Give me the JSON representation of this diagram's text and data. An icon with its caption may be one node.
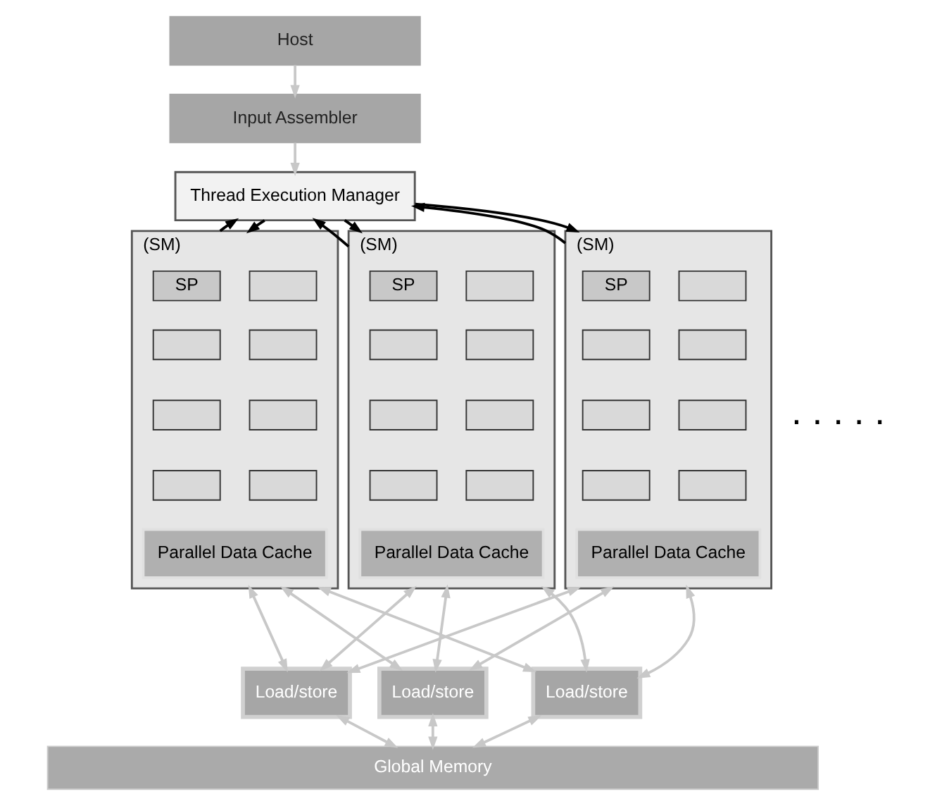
{
  "diagram": {
    "nodes": [
      {
        "text": [
          "Host"
        ]
      },
      {
        "text": [
          "Input Assembler"
        ]
      },
      {
        "text": [
          "Thread Execution Manager"
        ]
      },
      {
        "text": [
          "(SM)"
        ]
      },
      {
        "text": [
          "SP"
        ],
        "in": 3
      },
      {
        "text": [],
        "shape": "box",
        "in": 3
      },
      {
        "text": [],
        "shape": "box",
        "in": 3
      },
      {
        "text": [],
        "shape": "box",
        "in": 3
      },
      {
        "text": [],
        "shape": "box",
        "in": 3
      },
      {
        "text": [],
        "shape": "box",
        "in": 3
      },
      {
        "text": [],
        "shape": "box",
        "in": 3
      },
      {
        "text": [],
        "shape": "box",
        "in": 3
      },
      {
        "text": [
          "Parallel Data Cache"
        ],
        "in": 3
      },
      {
        "text": [
          "(SM)"
        ]
      },
      {
        "text": [
          "SP"
        ],
        "in": 13
      },
      {
        "text": [],
        "shape": "box",
        "in": 13
      },
      {
        "text": [],
        "shape": "box",
        "in": 13
      },
      {
        "text": [],
        "shape": "box",
        "in": 13
      },
      {
        "text": [],
        "shape": "box",
        "in": 13
      },
      {
        "text": [],
        "shape": "box",
        "in": 13
      },
      {
        "text": [],
        "shape": "box",
        "in": 13
      },
      {
        "text": [],
        "shape": "box",
        "in": 13
      },
      {
        "text": [
          "Parallel Data Cache"
        ],
        "in": 13
      },
      {
        "text": [
          "(SM)"
        ]
      },
      {
        "text": [
          "SP"
        ],
        "in": 23
      },
      {
        "text": [],
        "shape": "box",
        "in": 23
      },
      {
        "text": [],
        "shape": "box",
        "in": 23
      },
      {
        "text": [],
        "shape": "box",
        "in": 23
      },
      {
        "text": [],
        "shape": "box",
        "in": 23
      },
      {
        "text": [],
        "shape": "box",
        "in": 23
      },
      {
        "text": [],
        "shape": "box",
        "in": 23
      },
      {
        "text": [],
        "shape": "box",
        "in": 23
      },
      {
        "text": [
          "Parallel Data Cache"
        ],
        "in": 23
      },
      {
        "text": [
          "Load/store"
        ]
      },
      {
        "text": [
          "Load/store"
        ]
      },
      {
        "text": [
          "Load/store"
        ]
      },
      {
        "text": [
          "Global Memory"
        ]
      }
    ],
    "edges": [
      {
        "from": 0,
        "to": 1,
        "arrow": "to"
      },
      {
        "from": 1,
        "to": 2,
        "arrow": "to"
      },
      {
        "from": 2,
        "to": 3,
        "arrow": "to",
        "color": "#000000"
      },
      {
        "from": 2,
        "to": 13,
        "arrow": "to",
        "color": "#000000"
      },
      {
        "from": 2,
        "to": 23,
        "arrow": "to",
        "color": "#000000"
      },
      {
        "from": 3,
        "to": 2,
        "arrow": "to",
        "color": "#000000"
      },
      {
        "from": 13,
        "to": 2,
        "arrow": "to",
        "color": "#000000"
      },
      {
        "from": 23,
        "to": 2,
        "arrow": "to",
        "color": "#000000"
      },
      {
        "from": 3,
        "to": 33,
        "arrow": "both"
      },
      {
        "from": 3,
        "to": 34,
        "arrow": "both"
      },
      {
        "from": 3,
        "to": 35,
        "arrow": "both"
      },
      {
        "from": 13,
        "to": 33,
        "arrow": "both"
      },
      {
        "from": 13,
        "to": 34,
        "arrow": "both"
      },
      {
        "from": 13,
        "to": 35,
        "arrow": "both"
      },
      {
        "from": 23,
        "to": 33,
        "arrow": "both"
      },
      {
        "from": 23,
        "to": 34,
        "arrow": "both"
      },
      {
        "from": 23,
        "to": 35,
        "arrow": "both"
      },
      {
        "from": 33,
        "to": 36,
        "arrow": "both"
      },
      {
        "from": 34,
        "to": 36,
        "arrow": "both"
      },
      {
        "from": 35,
        "to": 36,
        "arrow": "both"
      }
    ],
    "labels": [
      ". . . . ."
    ]
  }
}
